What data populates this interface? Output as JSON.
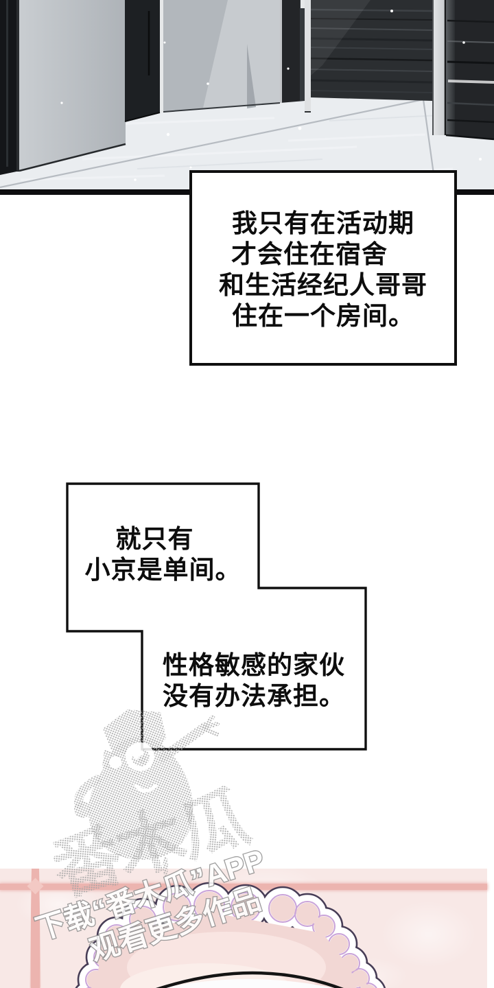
{
  "speech1": {
    "lines": [
      "我只有在活动期",
      "才会住在宿舍",
      "和生活经纪人哥哥",
      "住在一个房间。"
    ]
  },
  "speech2": {
    "lines": [
      "就只有",
      "小京是单间。"
    ]
  },
  "speech3": {
    "lines": [
      "性格敏感的家伙",
      "没有办法承担。"
    ]
  },
  "watermark": {
    "brand": "番木瓜",
    "cta_line1": "下载“番木瓜”APP",
    "cta_line2": "观看更多作品"
  },
  "colors": {
    "pink_wall": "#f8e8e6",
    "tile_grout": "#ecb4af",
    "cloud_outline": "#473d56",
    "cloud_inner_line": "#c9a3d9",
    "cloud_fill": "#f2d7d4",
    "watermark_gray": "#a3a3a3",
    "panel_border": "#0c0c0e"
  }
}
